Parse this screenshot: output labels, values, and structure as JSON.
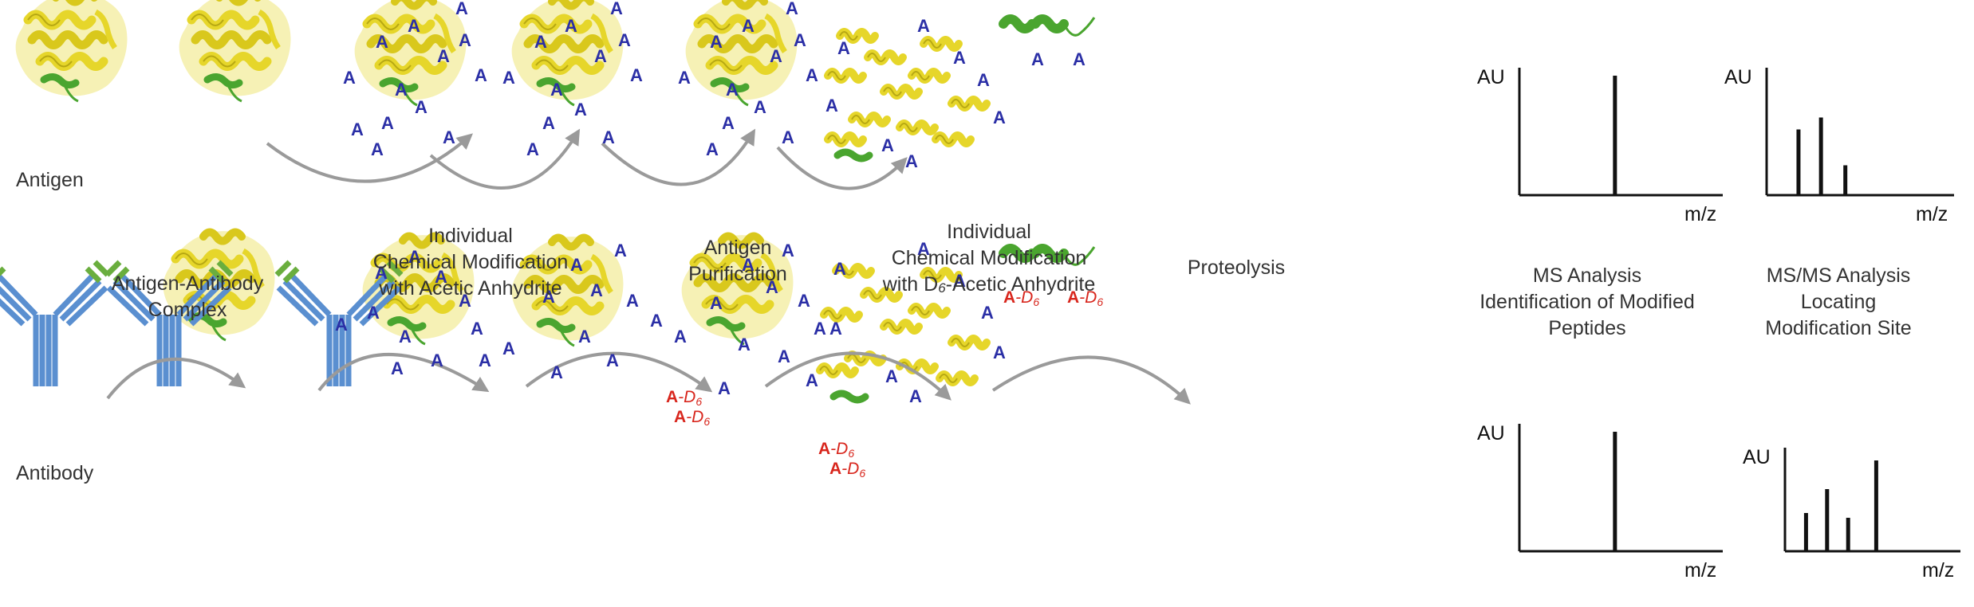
{
  "labels": {
    "antigen": "Antigen",
    "antibody": "Antibody",
    "complex": [
      "Antigen-Antibody",
      "Complex"
    ],
    "step1": [
      "Individual",
      "Chemical Modification",
      "with Acetic Anhydrite"
    ],
    "step2": [
      "Antigen",
      "Purification"
    ],
    "step3_line1": "Individual",
    "step3_line2": "Chemical Modification",
    "step3_pre": "with D",
    "step3_sub": "6",
    "step3_post": "-Acetic Anhydrite",
    "step4": "Proteolysis",
    "ms": [
      "MS Analysis",
      "Identification of Modified",
      "Peptides"
    ],
    "msms": [
      "MS/MS Analysis",
      "Locating",
      "Modification Site"
    ]
  },
  "marks": {
    "acetyl": "A",
    "heavy_acetyl": "A-D6",
    "heavy_prefix": "A",
    "heavy_suffix": "-D",
    "heavy_sub": "6"
  },
  "plots": {
    "y_axis": "AU",
    "x_axis": "m/z"
  },
  "colors": {
    "protein": "#e6d62a",
    "protein_dark": "#b7a813",
    "epitope": "#4aa52f",
    "acetyl_label": "#2b2fa6",
    "heavy_label": "#d8261d",
    "antibody_blue": "#5a8fd0",
    "antibody_green": "#6aae3e",
    "arrow": "#9a9a9a"
  }
}
